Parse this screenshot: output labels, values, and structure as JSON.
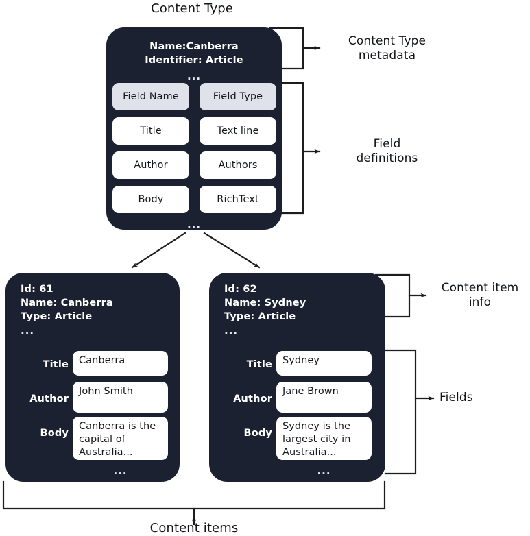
{
  "diagram": {
    "title": "Content Type",
    "bottom_label": "Content items",
    "colors": {
      "card_bg": "#1b2130",
      "chip_bg": "#ffffff",
      "chip_header_bg": "#dfe1eb",
      "text_dark": "#15181d",
      "text_light": "#ffffff",
      "stroke": "#1d1d1d",
      "page_bg": "#ffffff"
    }
  },
  "content_type": {
    "metadata": {
      "name_line": "Name:Canberra",
      "identifier_line": "Identifier: Article",
      "ellipsis": "..."
    },
    "field_table": {
      "headers": [
        "Field Name",
        "Field Type"
      ],
      "rows": [
        {
          "field_name": "Title",
          "field_type": "Text line"
        },
        {
          "field_name": "Author",
          "field_type": "Authors"
        },
        {
          "field_name": "Body",
          "field_type": "RichText"
        }
      ],
      "ellipsis": "..."
    },
    "annotations": {
      "metadata_label": "Content Type\nmetadata",
      "metadata_label_line1": "Content Type",
      "metadata_label_line2": "metadata",
      "fields_label_line1": "Field",
      "fields_label_line2": "definitions"
    }
  },
  "content_items": [
    {
      "info": {
        "id": "Id: 61",
        "name": "Name: Canberra",
        "type": "Type: Article",
        "ellipsis": "..."
      },
      "fields": [
        {
          "label": "Title",
          "value": "Canberra"
        },
        {
          "label": "Author",
          "value": "John Smith"
        },
        {
          "label": "Body",
          "value": "Canberra is the capital of Australia..."
        }
      ],
      "bottom_ellipsis": "..."
    },
    {
      "info": {
        "id": "Id: 62",
        "name": "Name: Sydney",
        "type": "Type: Article",
        "ellipsis": "..."
      },
      "fields": [
        {
          "label": "Title",
          "value": "Sydney"
        },
        {
          "label": "Author",
          "value": "Jane Brown"
        },
        {
          "label": "Body",
          "value": "Sydney is the largest city in Australia..."
        }
      ],
      "bottom_ellipsis": "..."
    }
  ],
  "item_annotations": {
    "info_label_line1": "Content item",
    "info_label_line2": "info",
    "fields_label": "Fields"
  }
}
